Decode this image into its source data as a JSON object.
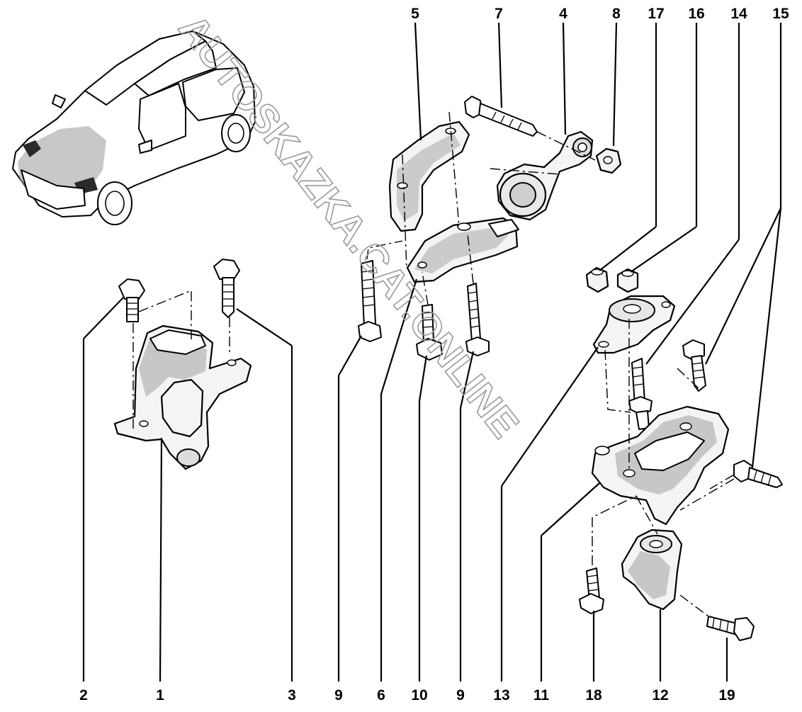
{
  "callouts": {
    "top": [
      "5",
      "7",
      "4",
      "8",
      "17",
      "16",
      "14",
      "15"
    ],
    "bottom": [
      "2",
      "1",
      "3",
      "9",
      "6",
      "10",
      "9",
      "13",
      "11",
      "18",
      "12",
      "19"
    ]
  },
  "watermark": "AUTOSKAZKA.CAT.ONLINE",
  "colors": {
    "ink": "#000000",
    "watermark": "#9a9a9a",
    "background": "#ffffff"
  }
}
